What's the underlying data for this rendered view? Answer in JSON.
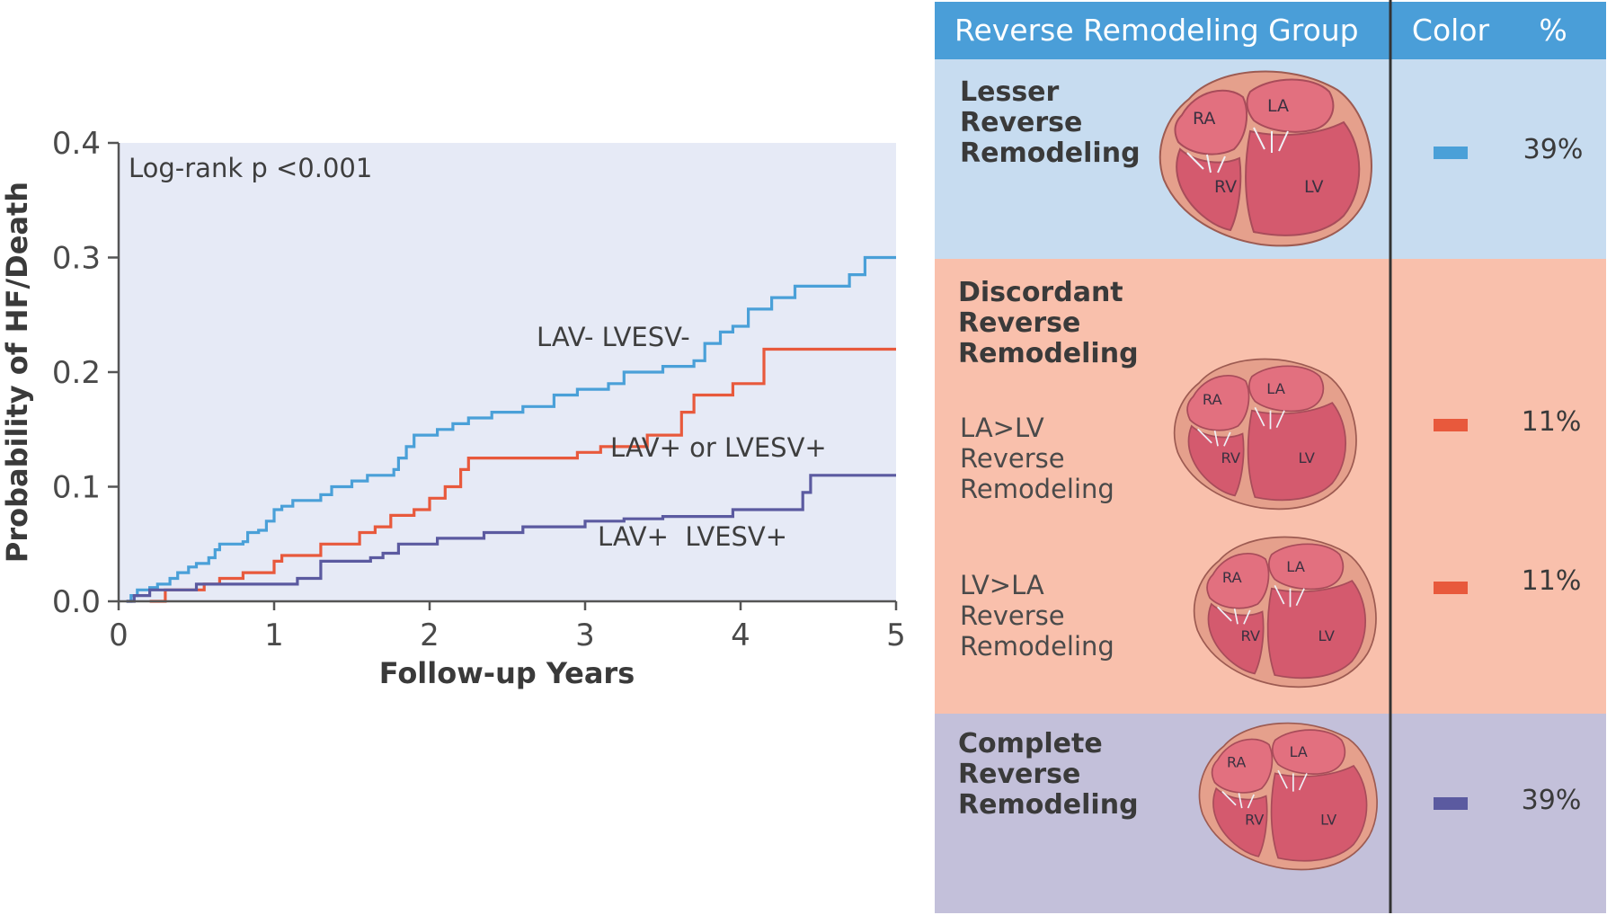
{
  "chart_data": {
    "type": "line",
    "step": true,
    "xlabel": "Follow-up Years",
    "ylabel": "Probability of HF/Death",
    "xlim": [
      0,
      5
    ],
    "ylim": [
      0,
      0.4
    ],
    "x_ticks": [
      "0",
      "1",
      "2",
      "3",
      "4",
      "5"
    ],
    "y_ticks": [
      "0.0",
      "0.1",
      "0.2",
      "0.3",
      "0.4"
    ],
    "annotation": "Log-rank p <0.001",
    "background": "#e6eaf6",
    "series": [
      {
        "name": "LAV- LVESV-",
        "color": "#4aa0d8",
        "points": [
          [
            0.05,
            0
          ],
          [
            0.08,
            0.005
          ],
          [
            0.12,
            0.01
          ],
          [
            0.2,
            0.012
          ],
          [
            0.25,
            0.015
          ],
          [
            0.33,
            0.02
          ],
          [
            0.38,
            0.025
          ],
          [
            0.45,
            0.03
          ],
          [
            0.5,
            0.033
          ],
          [
            0.58,
            0.038
          ],
          [
            0.62,
            0.045
          ],
          [
            0.65,
            0.05
          ],
          [
            0.8,
            0.052
          ],
          [
            0.83,
            0.06
          ],
          [
            0.9,
            0.062
          ],
          [
            0.95,
            0.07
          ],
          [
            1.0,
            0.08
          ],
          [
            1.05,
            0.083
          ],
          [
            1.12,
            0.088
          ],
          [
            1.3,
            0.093
          ],
          [
            1.37,
            0.1
          ],
          [
            1.5,
            0.105
          ],
          [
            1.6,
            0.11
          ],
          [
            1.77,
            0.115
          ],
          [
            1.8,
            0.125
          ],
          [
            1.85,
            0.135
          ],
          [
            1.9,
            0.145
          ],
          [
            2.05,
            0.15
          ],
          [
            2.15,
            0.155
          ],
          [
            2.25,
            0.16
          ],
          [
            2.4,
            0.165
          ],
          [
            2.6,
            0.17
          ],
          [
            2.8,
            0.18
          ],
          [
            2.95,
            0.185
          ],
          [
            3.15,
            0.19
          ],
          [
            3.25,
            0.2
          ],
          [
            3.5,
            0.205
          ],
          [
            3.7,
            0.21
          ],
          [
            3.77,
            0.225
          ],
          [
            3.87,
            0.235
          ],
          [
            3.95,
            0.24
          ],
          [
            4.05,
            0.255
          ],
          [
            4.2,
            0.265
          ],
          [
            4.35,
            0.275
          ],
          [
            4.7,
            0.285
          ],
          [
            4.8,
            0.3
          ],
          [
            5.0,
            0.3
          ]
        ]
      },
      {
        "name": "LAV+ or LVESV+",
        "color": "#e8593c",
        "points": [
          [
            0.2,
            0
          ],
          [
            0.3,
            0.01
          ],
          [
            0.55,
            0.015
          ],
          [
            0.65,
            0.02
          ],
          [
            0.8,
            0.025
          ],
          [
            1.0,
            0.035
          ],
          [
            1.05,
            0.04
          ],
          [
            1.3,
            0.05
          ],
          [
            1.55,
            0.06
          ],
          [
            1.65,
            0.065
          ],
          [
            1.75,
            0.075
          ],
          [
            1.9,
            0.08
          ],
          [
            2.0,
            0.09
          ],
          [
            2.1,
            0.1
          ],
          [
            2.2,
            0.115
          ],
          [
            2.25,
            0.125
          ],
          [
            2.95,
            0.13
          ],
          [
            3.1,
            0.135
          ],
          [
            3.4,
            0.145
          ],
          [
            3.62,
            0.165
          ],
          [
            3.7,
            0.18
          ],
          [
            3.95,
            0.19
          ],
          [
            4.15,
            0.22
          ],
          [
            5.0,
            0.22
          ]
        ]
      },
      {
        "name": "LAV+  LVESV+",
        "color": "#5b5aa0",
        "points": [
          [
            0.05,
            0
          ],
          [
            0.1,
            0.005
          ],
          [
            0.2,
            0.01
          ],
          [
            0.5,
            0.015
          ],
          [
            1.15,
            0.02
          ],
          [
            1.3,
            0.035
          ],
          [
            1.62,
            0.038
          ],
          [
            1.7,
            0.042
          ],
          [
            1.8,
            0.05
          ],
          [
            2.05,
            0.055
          ],
          [
            2.35,
            0.06
          ],
          [
            2.6,
            0.065
          ],
          [
            3.0,
            0.07
          ],
          [
            3.25,
            0.072
          ],
          [
            3.5,
            0.074
          ],
          [
            3.95,
            0.08
          ],
          [
            4.4,
            0.095
          ],
          [
            4.45,
            0.11
          ],
          [
            5.0,
            0.11
          ]
        ]
      }
    ]
  },
  "legend_table": {
    "header": {
      "group": "Reverse Remodeling Group",
      "color": "Color",
      "percent": "%"
    },
    "header_color": "#4a9ed8",
    "rows": [
      {
        "group_lines": [
          "Lesser",
          "Reverse",
          "Remodeling"
        ],
        "bg": "#c7dcf0",
        "entries": [
          {
            "sub_lines": [],
            "swatch": "#4aa0d8",
            "percent": "39%",
            "heart": {
              "labels": [
                "RA",
                "LA",
                "RV",
                "LV"
              ]
            }
          }
        ]
      },
      {
        "group_lines": [
          "Discordant",
          "Reverse",
          "Remodeling"
        ],
        "bg": "#f9c0ac",
        "entries": [
          {
            "sub_lines": [
              "LA>LV",
              "Reverse",
              "Remodeling"
            ],
            "swatch": "#e8593c",
            "percent": "11%",
            "heart": {
              "labels": [
                "RA",
                "LA",
                "RV",
                "LV"
              ]
            }
          },
          {
            "sub_lines": [
              "LV>LA",
              "Reverse",
              "Remodeling"
            ],
            "swatch": "#e8593c",
            "percent": "11%",
            "heart": {
              "labels": [
                "RA",
                "LA",
                "RV",
                "LV"
              ]
            }
          }
        ]
      },
      {
        "group_lines": [
          "Complete",
          "Reverse",
          "Remodeling"
        ],
        "bg": "#c3c0da",
        "entries": [
          {
            "sub_lines": [],
            "swatch": "#5b5aa0",
            "percent": "39%",
            "heart": {
              "labels": [
                "RA",
                "LA",
                "RV",
                "LV"
              ]
            }
          }
        ]
      }
    ]
  }
}
